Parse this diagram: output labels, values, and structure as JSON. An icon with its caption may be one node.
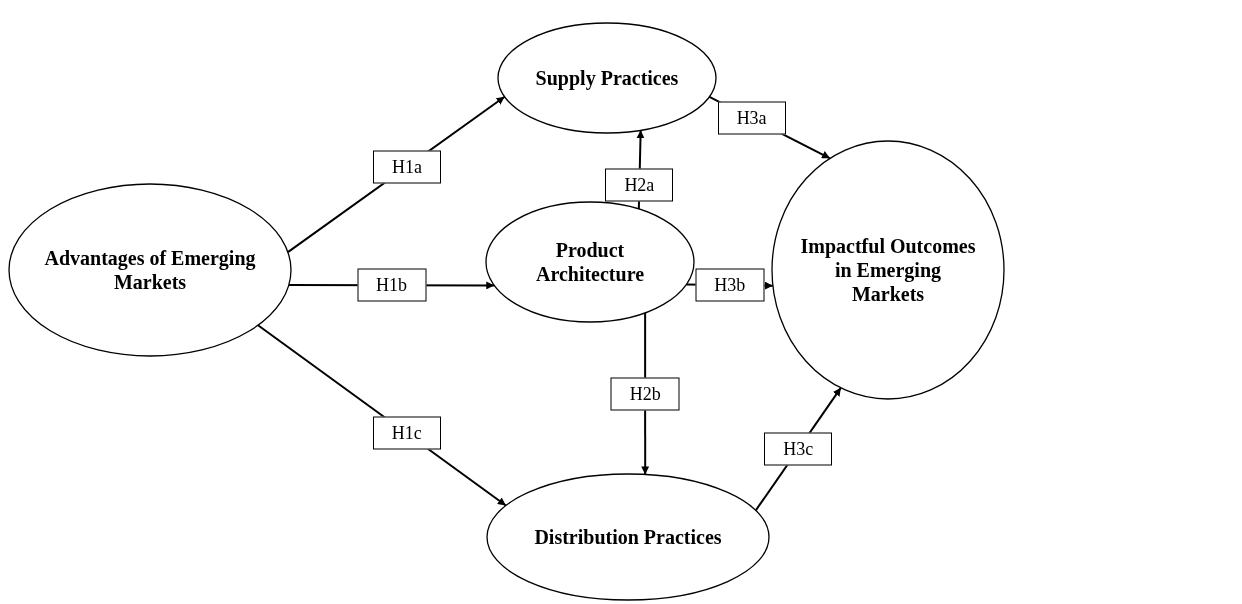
{
  "diagram": {
    "nodes": [
      {
        "text": [
          "Supply Practices"
        ]
      },
      {
        "text": [
          "Advantages of Emerging Markets"
        ]
      },
      {
        "text": [
          "Product Architecture"
        ]
      },
      {
        "text": [
          "Impactful Outcomes in Emerging Markets"
        ]
      },
      {
        "text": [
          "Distribution Practices"
        ]
      }
    ],
    "edges": [
      {
        "from": 1,
        "to": 0,
        "arrow": "to",
        "label": "H1a"
      },
      {
        "from": 1,
        "to": 2,
        "arrow": "to",
        "label": "H1b"
      },
      {
        "from": 1,
        "to": 4,
        "arrow": "to",
        "label": "H1c"
      },
      {
        "from": 2,
        "to": 0,
        "arrow": "to",
        "label": "H2a"
      },
      {
        "from": 2,
        "to": 4,
        "arrow": "to",
        "label": "H2b"
      },
      {
        "from": 0,
        "to": 3,
        "arrow": "to",
        "label": "H3a"
      },
      {
        "from": 2,
        "to": 3,
        "arrow": "to",
        "label": "H3b"
      },
      {
        "from": 4,
        "to": 3,
        "arrow": "to",
        "label": "H3c"
      }
    ]
  }
}
